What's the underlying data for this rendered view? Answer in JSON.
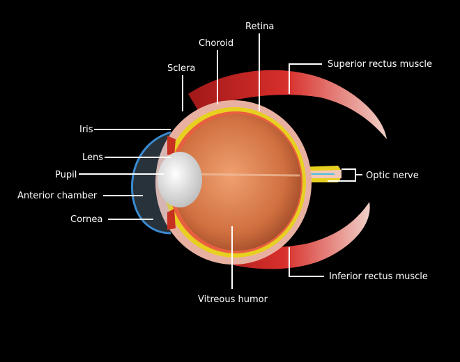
{
  "labels": {
    "retina": "Retina",
    "choroid": "Choroid",
    "sclera": "Sclera",
    "superior_rectus": "Superior rectus muscle",
    "iris": "Iris",
    "lens": "Lens",
    "pupil": "Pupil",
    "anterior_chamber": "Anterior chamber",
    "cornea": "Cornea",
    "optic_nerve": "Optic nerve",
    "inferior_rectus": "Inferior rectus muscle",
    "vitreous_humor": "Vitreous humor"
  },
  "colors": {
    "background": "#000000",
    "muscle": "#c8262a",
    "sclera": "#e8b8a8",
    "choroid": "#e8d020",
    "vitreous": "#d07848",
    "lens": "#e8e8e8",
    "cornea": "#3a8ad0"
  }
}
